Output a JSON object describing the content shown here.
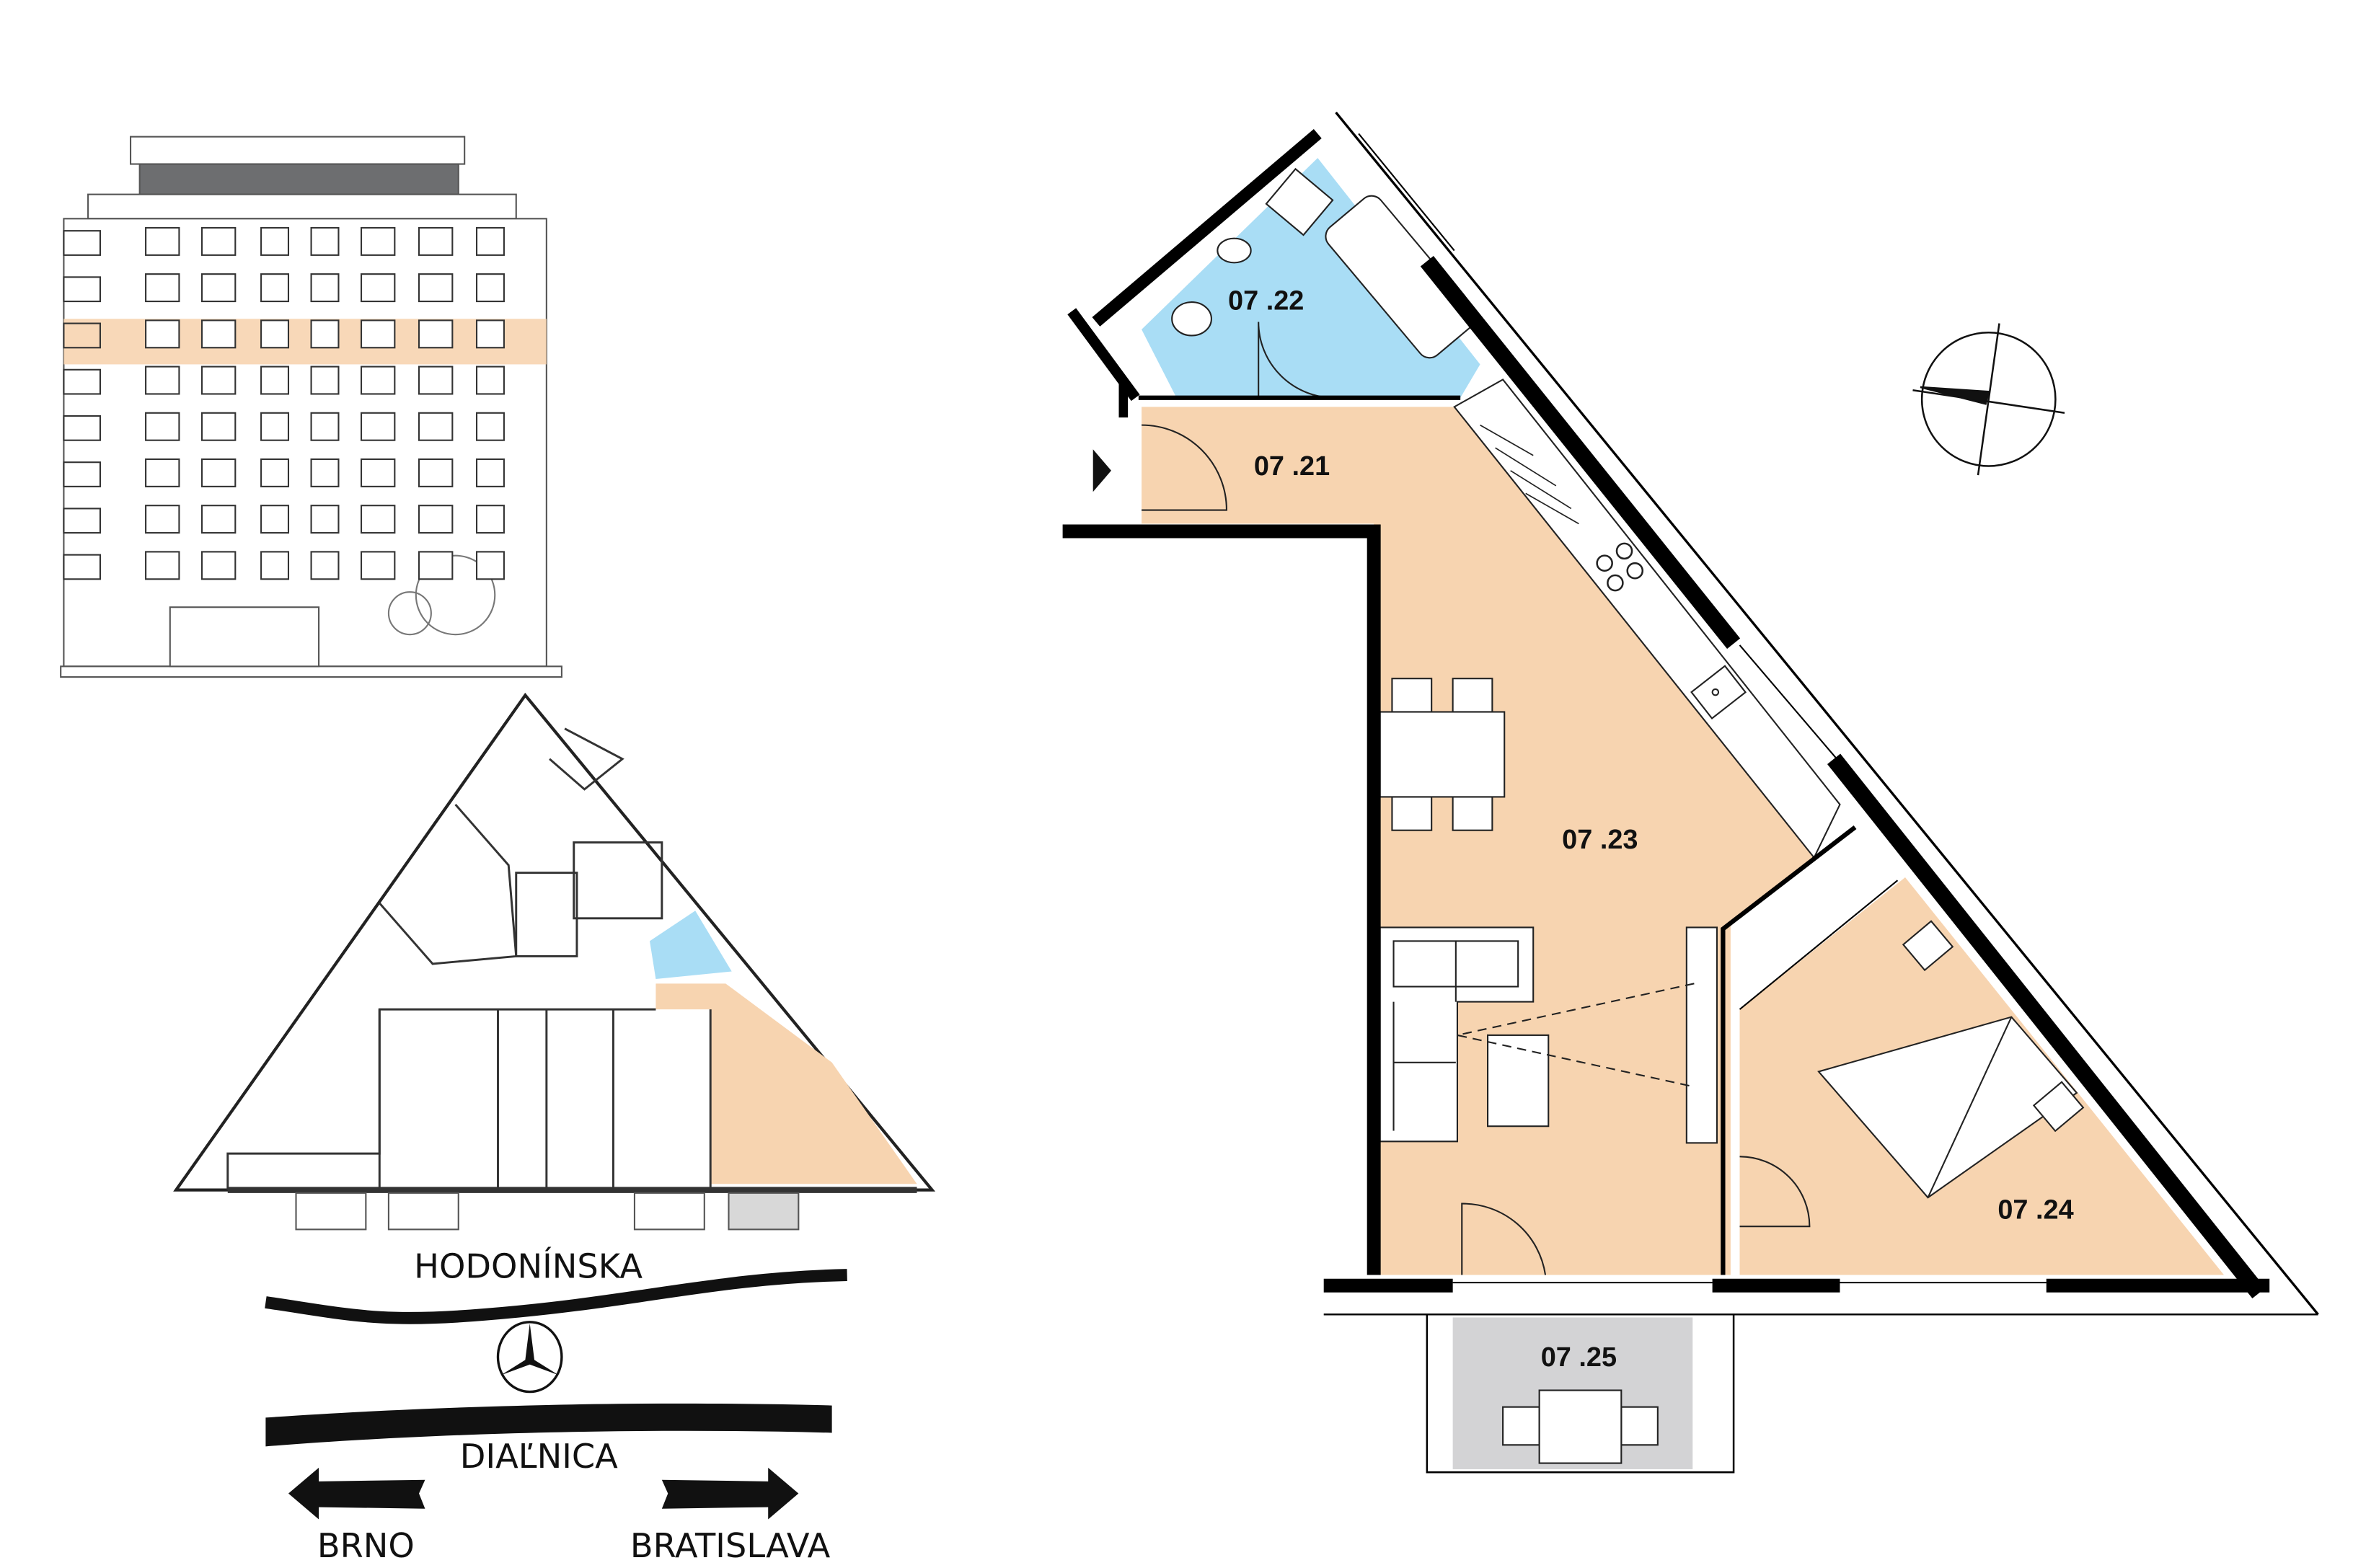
{
  "rooms": {
    "hall": "07 .21",
    "bathroom": "07 .22",
    "living": "07 .23",
    "bedroom": "07 .24",
    "balcony": "07 .25"
  },
  "location": {
    "street": "HODONÍNSKA",
    "highway": "DIAĽNICA",
    "left_direction": "BRNO",
    "right_direction": "BRATISLAVA"
  },
  "colors": {
    "apartment": "#F7D4B0",
    "bathroom": "#A9DDF5",
    "balcony": "#D3D3D5",
    "wall": "#000000"
  },
  "icons": [
    "north-arrow-icon",
    "compass-icon",
    "entrance-arrow-icon",
    "arrow-left-icon",
    "arrow-right-icon"
  ]
}
